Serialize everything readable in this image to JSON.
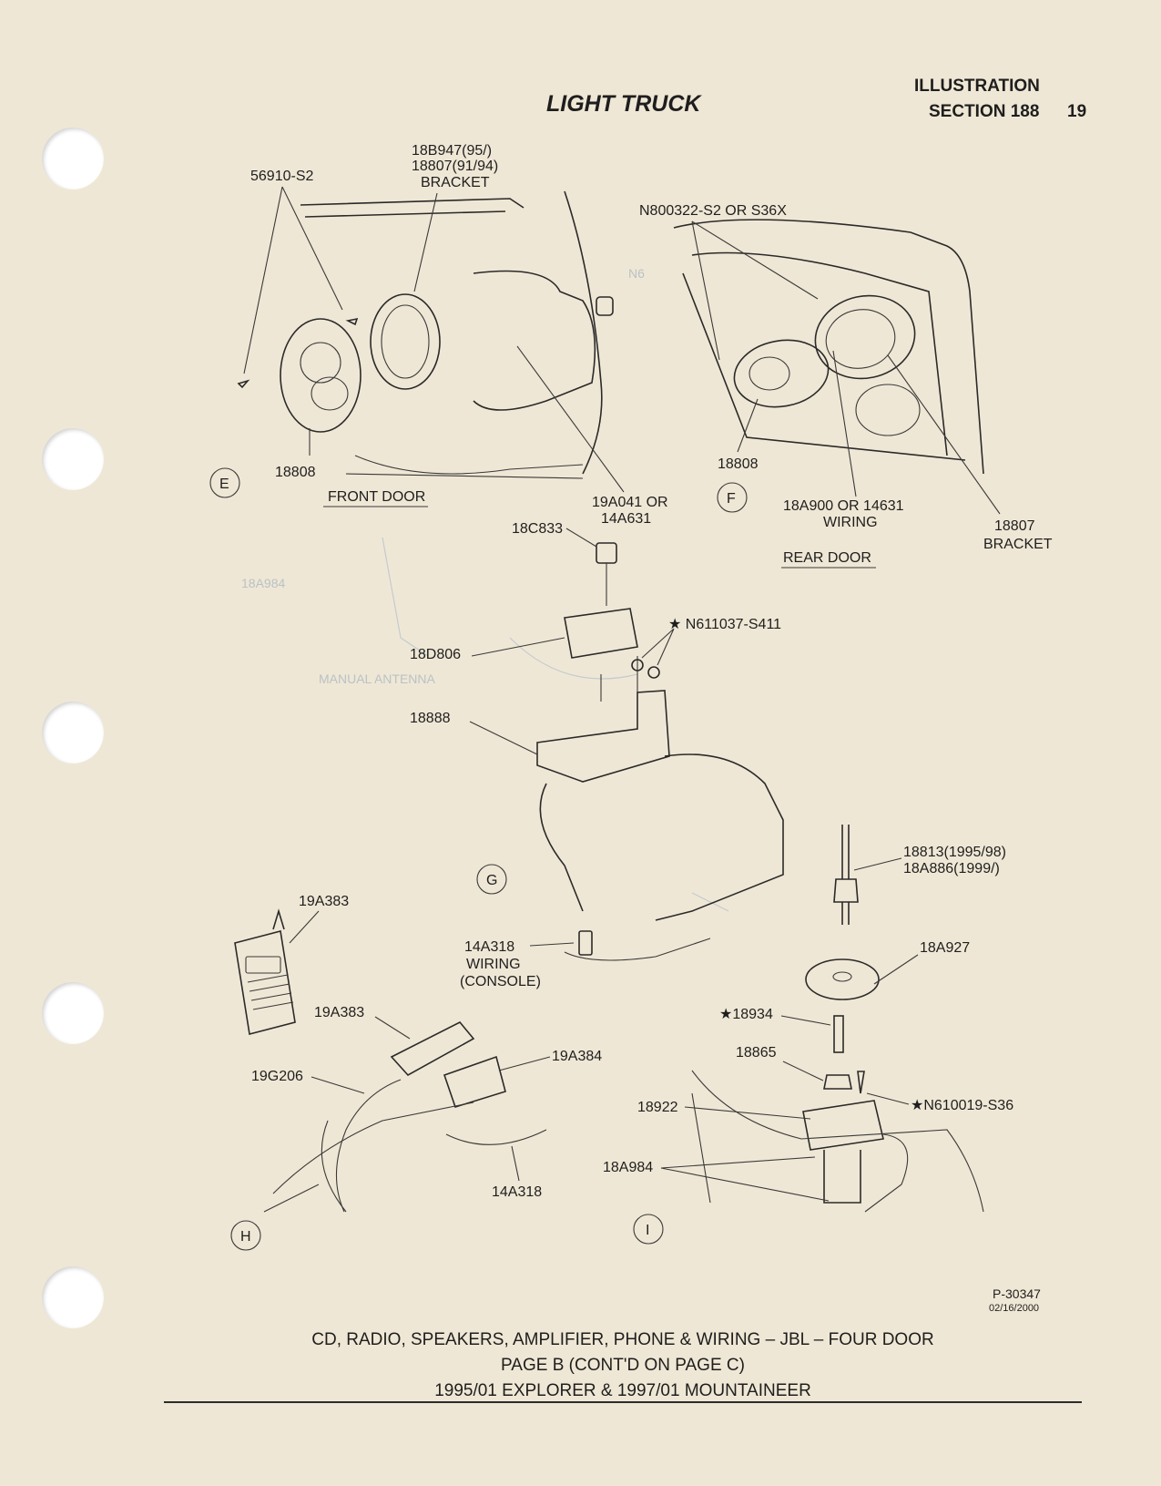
{
  "header": {
    "title": "LIGHT TRUCK",
    "illustration": "ILLUSTRATION",
    "section": "SECTION 188",
    "page_number": "19"
  },
  "labels": {
    "front_screw": "56910-S2",
    "front_bracket_1": "18B947(95/)",
    "front_bracket_2": "18807(91/94)",
    "front_bracket_3": "BRACKET",
    "front_speaker": "18808",
    "view_e": "E",
    "front_door": "FRONT DOOR",
    "front_wiring_1": "19A041 OR",
    "front_wiring_2": "14A631",
    "rear_screw": "N800322-S2 OR S36X",
    "rear_speaker": "18808",
    "view_f": "F",
    "rear_wiring_1": "18A900 OR 14631",
    "rear_wiring_2": "WIRING",
    "rear_bracket_1": "18807",
    "rear_bracket_2": "BRACKET",
    "rear_door": "REAR DOOR",
    "part_18c833": "18C833",
    "part_n611037": "★ N611037-S411",
    "part_18d806": "18D806",
    "part_18888": "18888",
    "view_g": "G",
    "part_18813_1": "18813(1995/98)",
    "part_18813_2": "18A886(1999/)",
    "part_19a383_top": "19A383",
    "part_14a318_1": "14A318",
    "part_14a318_2": "WIRING",
    "part_14a318_3": "(CONSOLE)",
    "part_18a927": "18A927",
    "part_18934": "★18934",
    "part_19a383_mid": "19A383",
    "part_19a384": "19A384",
    "part_19g206": "19G206",
    "part_18865": "18865",
    "part_n610019": "★N610019-S36",
    "part_18922": "18922",
    "part_18a984": "18A984",
    "part_14a318_low": "14A318",
    "view_h": "H",
    "view_i": "I"
  },
  "bleed_through": {
    "manual_antenna": "MANUAL ANTENNA",
    "n6": "N6",
    "a984": "18A984"
  },
  "footer": {
    "ref": "P-30347",
    "date": "02/16/2000",
    "line1": "CD, RADIO, SPEAKERS, AMPLIFIER, PHONE & WIRING – JBL – FOUR DOOR",
    "line2": "PAGE B (CONT'D ON PAGE C)",
    "line3": "1995/01 EXPLORER & 1997/01 MOUNTAINEER"
  }
}
